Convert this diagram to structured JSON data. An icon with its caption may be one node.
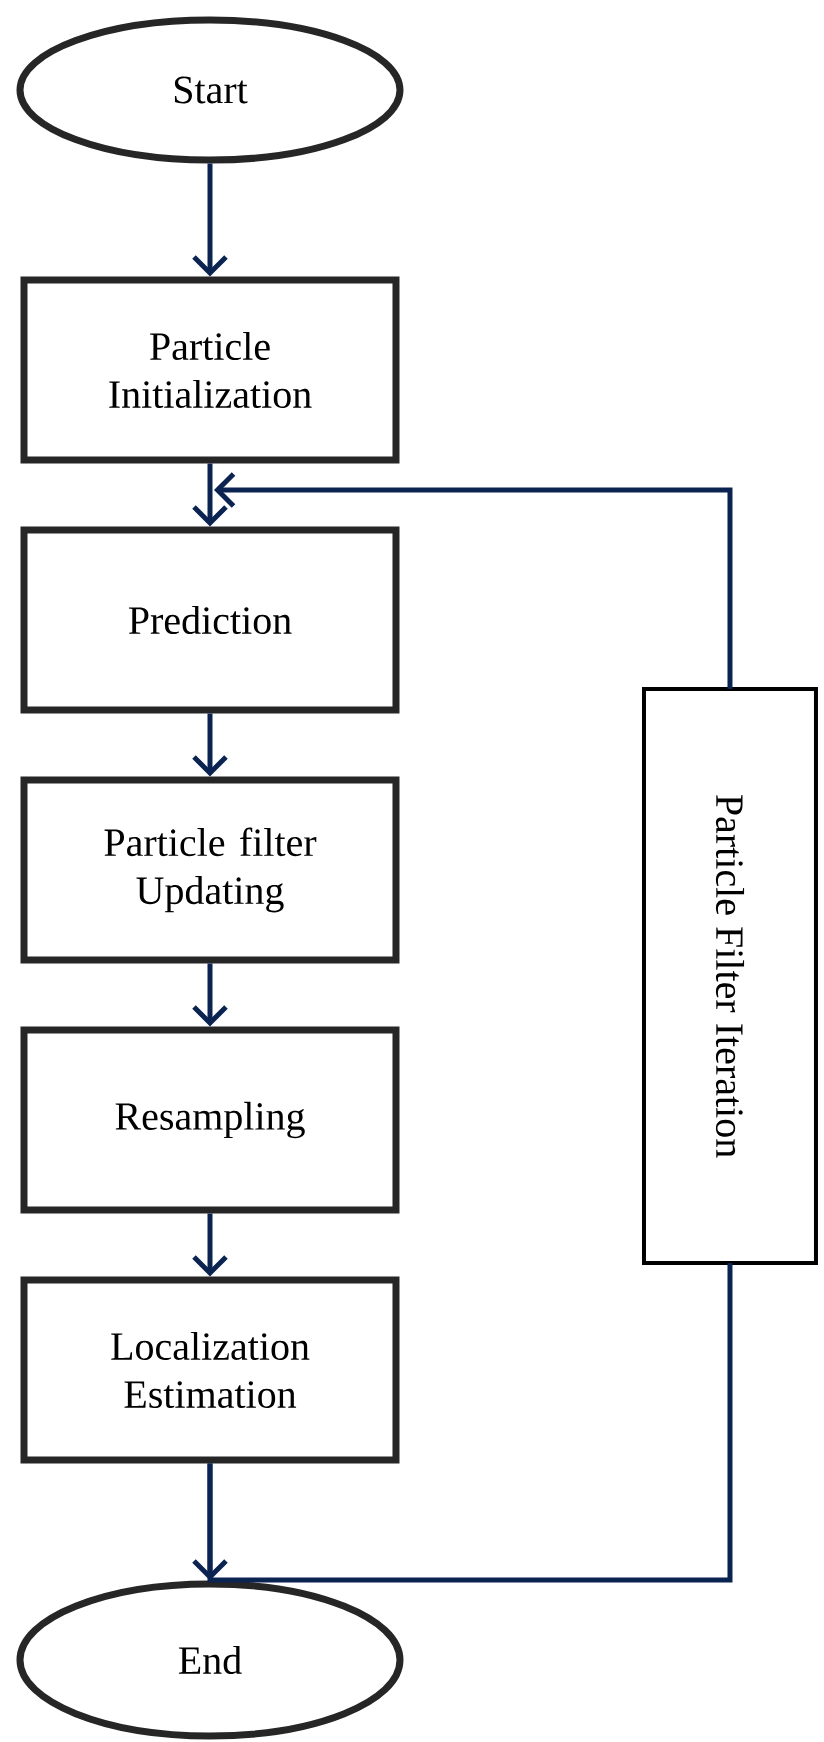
{
  "diagram": {
    "nodes": [
      {
        "text": [
          "Start"
        ]
      },
      {
        "text": [
          "Particle Initialization"
        ]
      },
      {
        "text": [
          "Prediction"
        ]
      },
      {
        "text": [
          "Particle filter Updating"
        ]
      },
      {
        "text": [
          "Resampling"
        ]
      },
      {
        "text": [
          "Localization Estimation"
        ]
      },
      {
        "text": [
          "End"
        ]
      },
      {
        "text": [
          "Particle Filter Iteration"
        ]
      }
    ],
    "edges": [
      {
        "from": 0,
        "to": 1,
        "arrow": "to"
      },
      {
        "from": 1,
        "to": 2,
        "arrow": "to"
      },
      {
        "from": 2,
        "to": 3,
        "arrow": "to"
      },
      {
        "from": 3,
        "to": 4,
        "arrow": "to"
      },
      {
        "from": 4,
        "to": 5,
        "arrow": "to"
      },
      {
        "from": 5,
        "to": 6,
        "arrow": "to"
      },
      {
        "from": 5,
        "to": 7,
        "arrow": "none"
      },
      {
        "from": 7,
        "to": 2,
        "arrow": "to"
      }
    ]
  }
}
